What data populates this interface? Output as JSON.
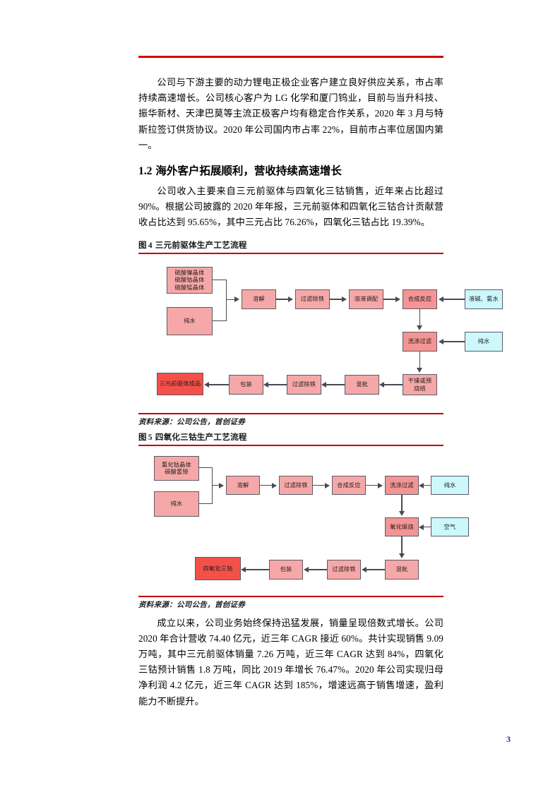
{
  "page": {
    "number": "3",
    "accent_color": "#d40000",
    "node_color": "#f6a8a8",
    "node_color_alt": "#f49494",
    "product_color": "#f4504a",
    "input_color": "#ccf7fb"
  },
  "paragraphs": {
    "p1": "公司与下游主要的动力锂电正极企业客户建立良好供应关系，市占率持续高速增长。公司核心客户为 LG 化学和厦门钨业，目前与当升科技、振华新材、天津巴莫等主流正极客户均有稳定合作关系，2020 年 3 月与特斯拉签订供货协议。2020 年公司国内市占率 22%，目前市占率位居国内第一。",
    "p2": "公司收入主要来自三元前驱体与四氧化三钴销售，近年来占比超过 90%。根据公司披露的 2020 年年报，三元前驱体和四氧化三钴合计贡献营收占比达到 95.65%，其中三元占比 76.26%，四氧化三钴占比 19.39%。",
    "p3": "成立以来，公司业务始终保持迅猛发展，销量呈现倍数式增长。公司 2020 年合计营收 74.40 亿元，近三年 CAGR 接近 60%。共计实现销售 9.09 万吨，其中三元前驱体销量 7.26 万吨，近三年 CAGR 达到 84%，四氧化三钴预计销售 1.8 万吨，同比 2019 年增长 76.47%。2020 年公司实现归母净利润 4.2 亿元，近三年 CAGR 达到 185%，增速远高于销售增速，盈利能力不断提升。"
  },
  "heading": {
    "number": "1.2",
    "title": "海外客户拓展顺利，营收持续高速增长"
  },
  "figure4": {
    "caption_label": "图",
    "caption_number": "4",
    "caption_title": "三元前驱体生产工艺流程",
    "source": "资料来源：公司公告，首创证券",
    "nodes": {
      "raw_crystals": "硫酸镍晶体\n硫酸钴晶体\n硫酸锰晶体",
      "raw_crystals_line1": "硫酸镍晶体",
      "raw_crystals_line2": "硫酸钴晶体",
      "raw_crystals_line3": "硫酸锰晶体",
      "pure_water": "纯水",
      "dissolve": "溶解",
      "filter_iron_1": "过滤除铁",
      "solution_prep": "溶液调配",
      "synthesis": "合成反应",
      "alkali_ammonia": "液碱、氨水",
      "wash_filter": "洗涤过滤",
      "pure_water_2": "纯水",
      "dry_or_presinter_l1": "干燥或预",
      "dry_or_presinter_l2": "烧结",
      "blending": "混批",
      "filter_iron_2": "过滤除铁",
      "packaging": "包装",
      "product": "三元前驱体成品"
    }
  },
  "figure5": {
    "caption_label": "图",
    "caption_number": "5",
    "caption_title": "四氧化三钴生产工艺流程",
    "source": "资料来源：公司公告，首创证券",
    "nodes": {
      "raw_l1": "氯化钴晶体",
      "raw_l2": "碳酸氢铵",
      "pure_water": "纯水",
      "dissolve": "溶解",
      "filter_iron_1": "过滤除铁",
      "synthesis": "合成反应",
      "wash_filter": "洗涤过滤",
      "pure_water_2": "纯水",
      "oxidation_calcination": "氧化煅烧",
      "air": "空气",
      "blending": "混批",
      "filter_iron_2": "过滤除铁",
      "packaging": "包装",
      "product": "四氧化三钴"
    }
  }
}
